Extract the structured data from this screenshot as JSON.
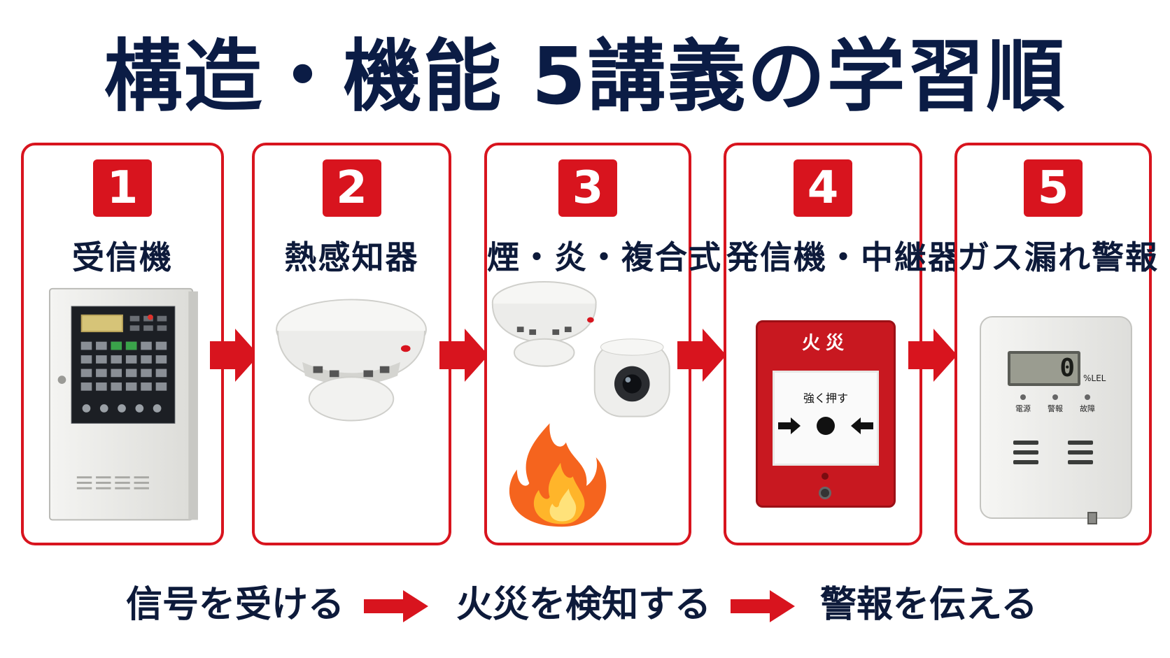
{
  "title": "構造・機能 5講義の学習順",
  "cards": [
    {
      "number": "1",
      "label": "受信機"
    },
    {
      "number": "2",
      "label": "熱感知器"
    },
    {
      "number": "3",
      "label": "煙・炎・複合式"
    },
    {
      "number": "4",
      "label": "発信機・中継器"
    },
    {
      "number": "5",
      "label": "ガス漏れ警報"
    }
  ],
  "devices": {
    "call_point_header": "火災",
    "call_point_instruction": "強く押す",
    "gas_display_value": "0",
    "gas_display_unit": "%LEL",
    "gas_indicators": [
      "電源",
      "警報",
      "故障"
    ]
  },
  "flow": [
    "信号を受ける",
    "火災を検知する",
    "警報を伝える"
  ],
  "colors": {
    "accent": "#d8141e",
    "navy": "#0b1c45"
  }
}
